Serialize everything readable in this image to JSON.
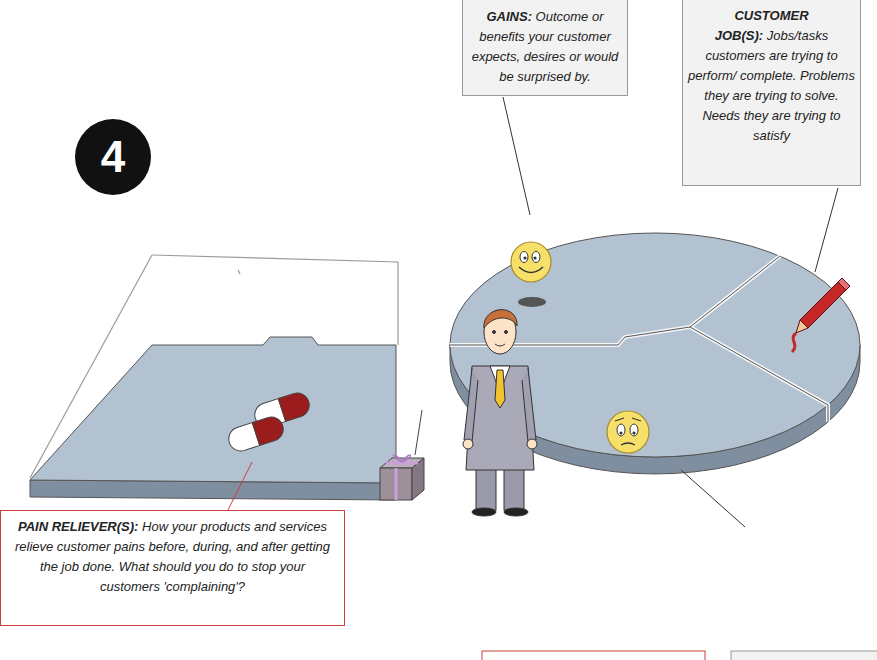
{
  "diagram": {
    "nodes": [
      {
        "text": [
          "4"
        ]
      },
      {
        "text": [
          "GAINS:",
          "Outcome or benefits your customer expects, desires or would be surprised by."
        ]
      },
      {
        "text": [
          "CUSTOMER JOB(S):",
          "Jobs/tasks customers are trying to perform/ complete. Problems they are trying to solve. Needs they are trying to satisfy"
        ]
      },
      {
        "text": [
          "PAIN RELIEVER(S):",
          "How your products and services relieve customer pains before, during, and after getting the job done. What should you do to stop your customers 'complaining'?"
        ]
      }
    ]
  }
}
